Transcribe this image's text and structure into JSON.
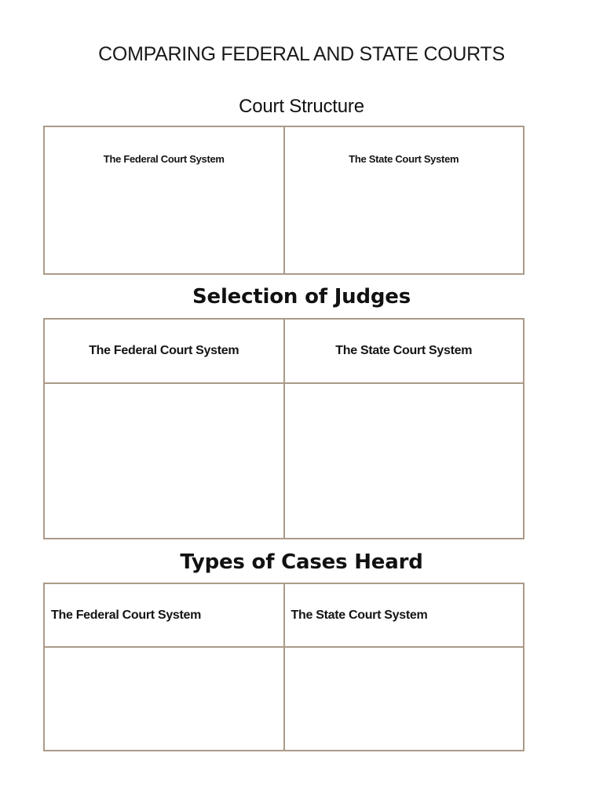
{
  "page": {
    "title": "COMPARING FEDERAL AND STATE COURTS"
  },
  "sections": [
    {
      "heading": "Court Structure",
      "columns": [
        "The Federal Court System",
        "The State Court System"
      ]
    },
    {
      "heading": "Selection of Judges",
      "columns": [
        "The Federal Court System",
        "The State Court System"
      ]
    },
    {
      "heading": "Types of Cases Heard",
      "columns": [
        "The Federal Court System",
        "The State Court System"
      ]
    }
  ],
  "colors": {
    "border": "#ab9a89",
    "text": "#1a1a1a",
    "background": "#ffffff"
  }
}
